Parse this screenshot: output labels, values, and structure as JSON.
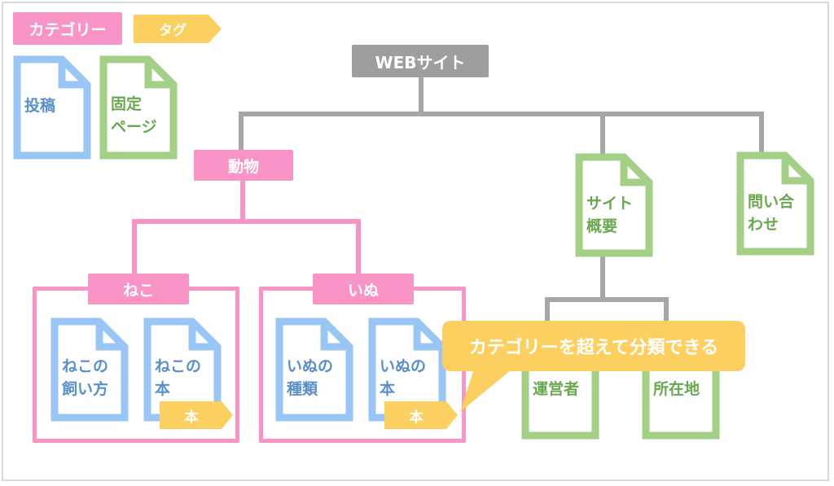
{
  "legend": {
    "category_label": "カテゴリー",
    "tag_label": "タグ",
    "post_label": "投稿",
    "page_label": "固定\nページ"
  },
  "tree": {
    "root": "WEBサイト",
    "category_animal": "動物",
    "category_cat": "ねこ",
    "category_dog": "いぬ",
    "cat_posts": [
      "ねこの\n飼い方",
      "ねこの\n本"
    ],
    "dog_posts": [
      "いぬの\n種類",
      "いぬの\n本"
    ],
    "tag_book": "本",
    "page_site_overview": "サイト\n概要",
    "page_contact": "問い合\nわせ",
    "page_operator": "運営者",
    "page_location": "所在地"
  },
  "callout": "カテゴリーを超えて分類できる",
  "colors": {
    "category": "#f895c6",
    "tag": "#fcd060",
    "post": "#99c6f5",
    "page": "#a3cf87",
    "root": "#9e9e9e"
  }
}
